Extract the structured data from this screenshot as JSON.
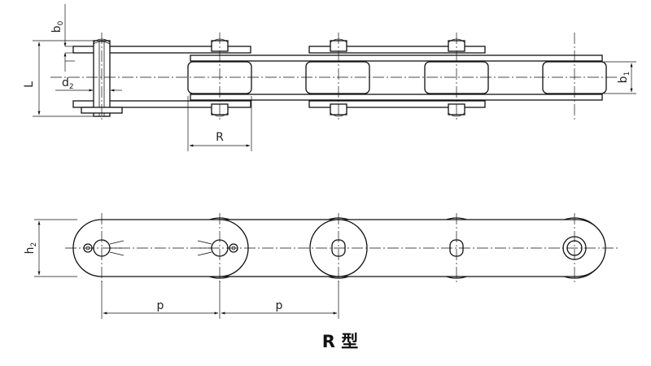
{
  "caption": "R 型",
  "top_view": {
    "label_b0": "b",
    "label_b0_sub": "0",
    "label_L": "L",
    "label_d2": "d",
    "label_d2_sub": "2",
    "label_b1": "b",
    "label_b1_sub": "1",
    "label_R": "R"
  },
  "side_view": {
    "label_h2": "h",
    "label_h2_sub": "2",
    "label_p1": "p",
    "label_p2": "p"
  },
  "colors": {
    "line": "#111111",
    "background": "#ffffff"
  }
}
